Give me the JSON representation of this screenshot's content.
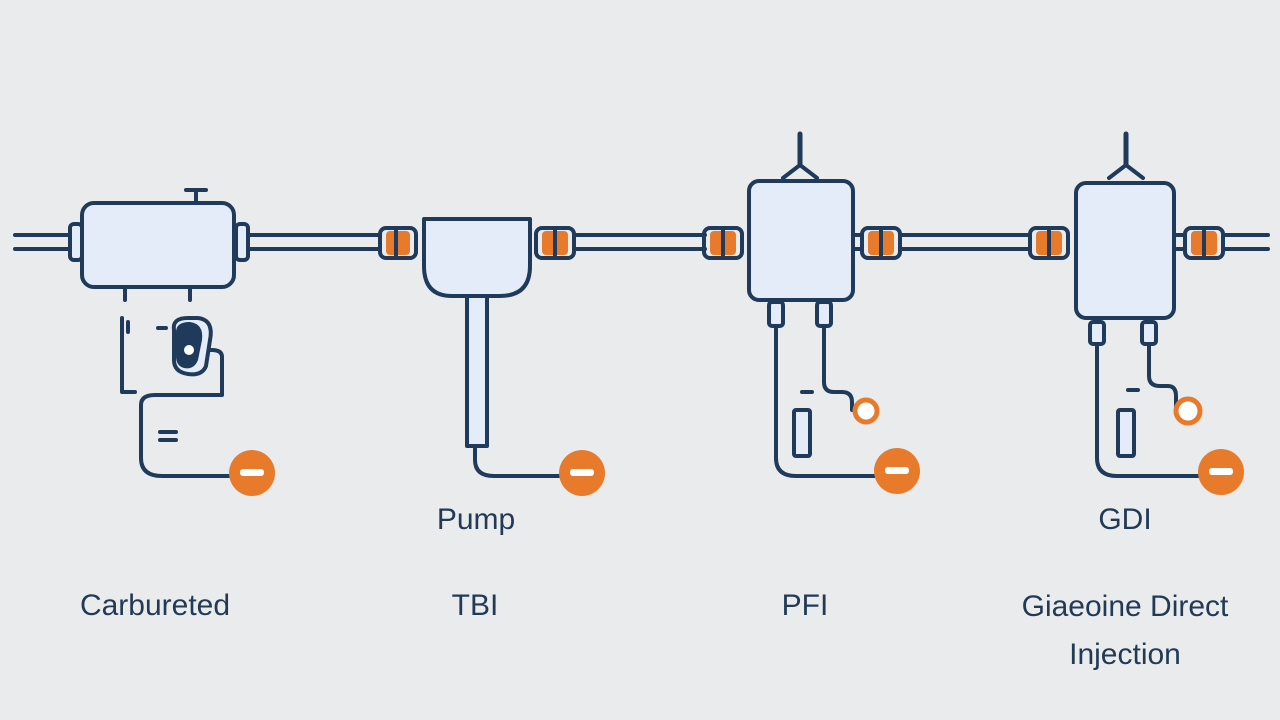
{
  "labels": {
    "carbureted": "Carbureted",
    "tbi": "TBI",
    "pump": "Pump",
    "pfi": "PFI",
    "gdi": "GDI",
    "gdi_full": "Giaeoine Direct Injection"
  },
  "colors": {
    "background": "#e9ebed",
    "outline": "#1f3a5a",
    "fill": "#e3ecf8",
    "accent": "#e87a2c"
  },
  "icons": [
    "minus-circle-icon",
    "ring-icon",
    "fuel-drop-icon",
    "pipe-connector-icon"
  ]
}
